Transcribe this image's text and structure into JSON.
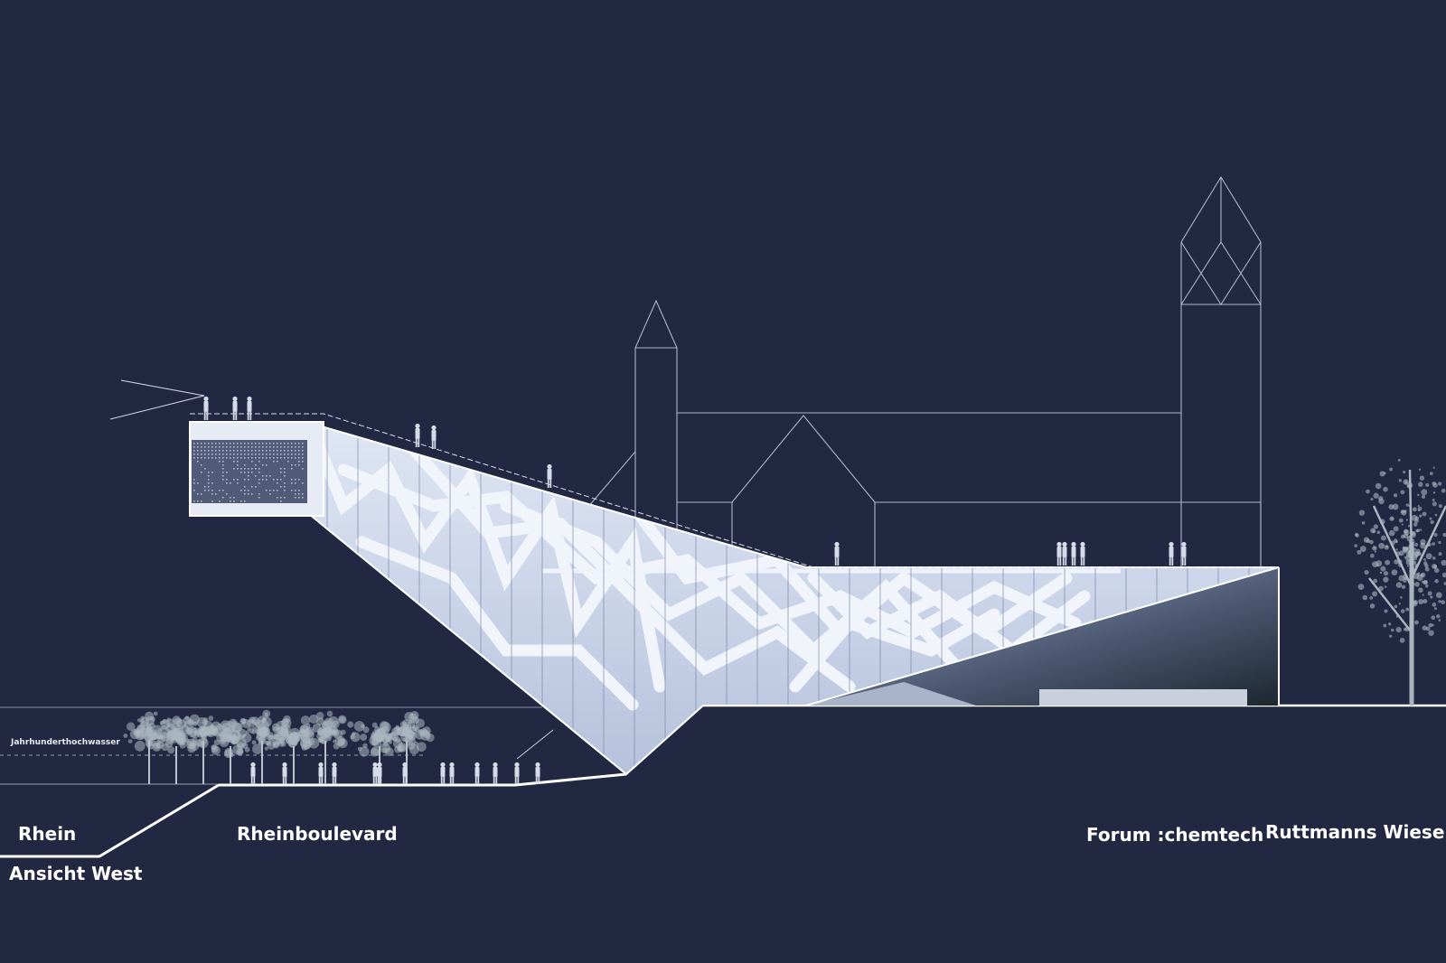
{
  "labels": {
    "rhein": "Rhein",
    "ansicht": "Ansicht West",
    "rheinboulevard": "Rheinboulevard",
    "forum": "Forum :chemtech",
    "ruttmanns": "Ruttmanns Wiese",
    "hochwasser": "Jahrhunderthochwasser"
  },
  "colors": {
    "background": "#232842",
    "line": "#c8cde0",
    "building_face": "#c9d2e6",
    "truss": "#eef2fa",
    "tree": "#a9b6bf"
  }
}
